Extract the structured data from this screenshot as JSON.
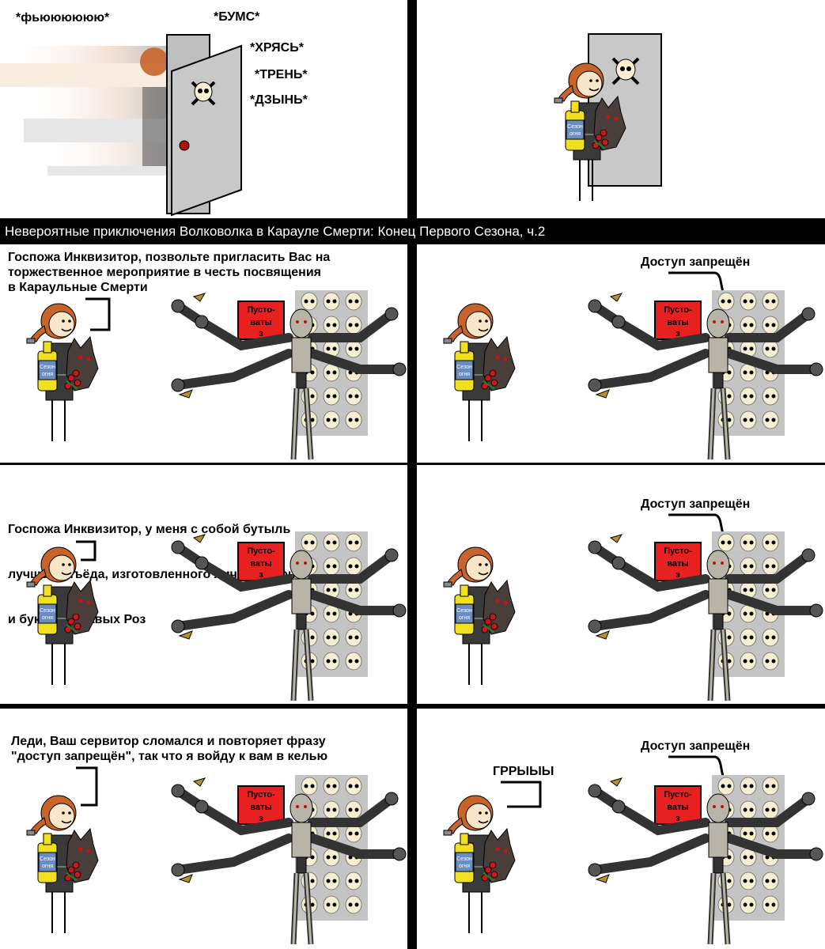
{
  "title": "Невероятные приключения Волковолка в Карауле Смерти: Конец Первого Сезона, ч.2",
  "panel1": {
    "sfx_whoosh": "*фьюююююю*",
    "sfx_boom": "*БУМС*",
    "sfx_crunch": "*ХРЯСЬ*",
    "sfx_tren": "*ТРЕНЬ*",
    "sfx_dzyn": "*ДЗЫНЬ*"
  },
  "panel3": {
    "speech_lines": [
      "Госпожа Инквизитор, позвольте пригласить Вас на",
      "торжественное мероприятие в честь посвящения",
      "в Караульные Смерти"
    ]
  },
  "panel4": {
    "servitor_speech": "Доступ запрещён"
  },
  "panel5": {
    "speech_lines": [
      "  Госпожа Инквизитор, у меня с собой бутыль",
      "лучшего мъёда, изготовленного лично Бьёрном,",
      "и букет Кровавых Роз"
    ]
  },
  "panel6": {
    "servitor_speech": "Доступ запрещён"
  },
  "panel7": {
    "speech_lines": [
      "Леди, Ваш сервитор сломался и повторяет фразу",
      "\"доступ запрещён\", так что я войду к вам в келью"
    ]
  },
  "panel8": {
    "servitor_speech": "Доступ запрещён",
    "growl": "ГРРЫЫЫ"
  },
  "props": {
    "bottle_label_1": "Сезон",
    "bottle_label_2": "огня",
    "sign_text_1": "Пусто-",
    "sign_text_2": "ваты",
    "sign_text_3": "з"
  },
  "colors": {
    "hair": "#c8642a",
    "skin": "#f8e6c8",
    "bottle": "#f0e020",
    "bottle_label": "#6a8cc0",
    "door": "#c8c8c8",
    "sign": "#e82020",
    "skull_panel": "#c4c4c4",
    "servitor": "#b8b4a8",
    "wolf": "#4a3e3a",
    "roses": "#c81818",
    "suit": "#3a3a3a"
  }
}
